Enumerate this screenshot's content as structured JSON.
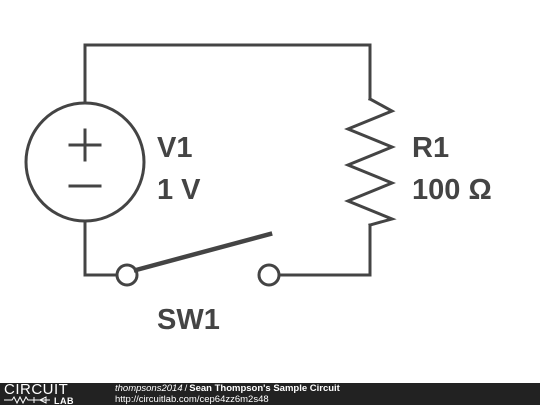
{
  "colors": {
    "wire": "#444444",
    "background": "#ffffff",
    "footer_bg": "#222222",
    "footer_text": "#ffffff"
  },
  "components": {
    "voltage_source": {
      "name": "V1",
      "value": "1 V",
      "plus_symbol": "+",
      "minus_symbol": "−"
    },
    "resistor": {
      "name": "R1",
      "value": "100 Ω"
    },
    "switch": {
      "name": "SW1",
      "state": "open"
    }
  },
  "footer": {
    "logo_top": "CIRCUIT",
    "logo_bottom": "LAB",
    "author": "thompsons2014",
    "separator": "/",
    "title": "Sean Thompson's Sample Circuit",
    "url": "http://circuitlab.com/cep64zz6m2s48"
  }
}
